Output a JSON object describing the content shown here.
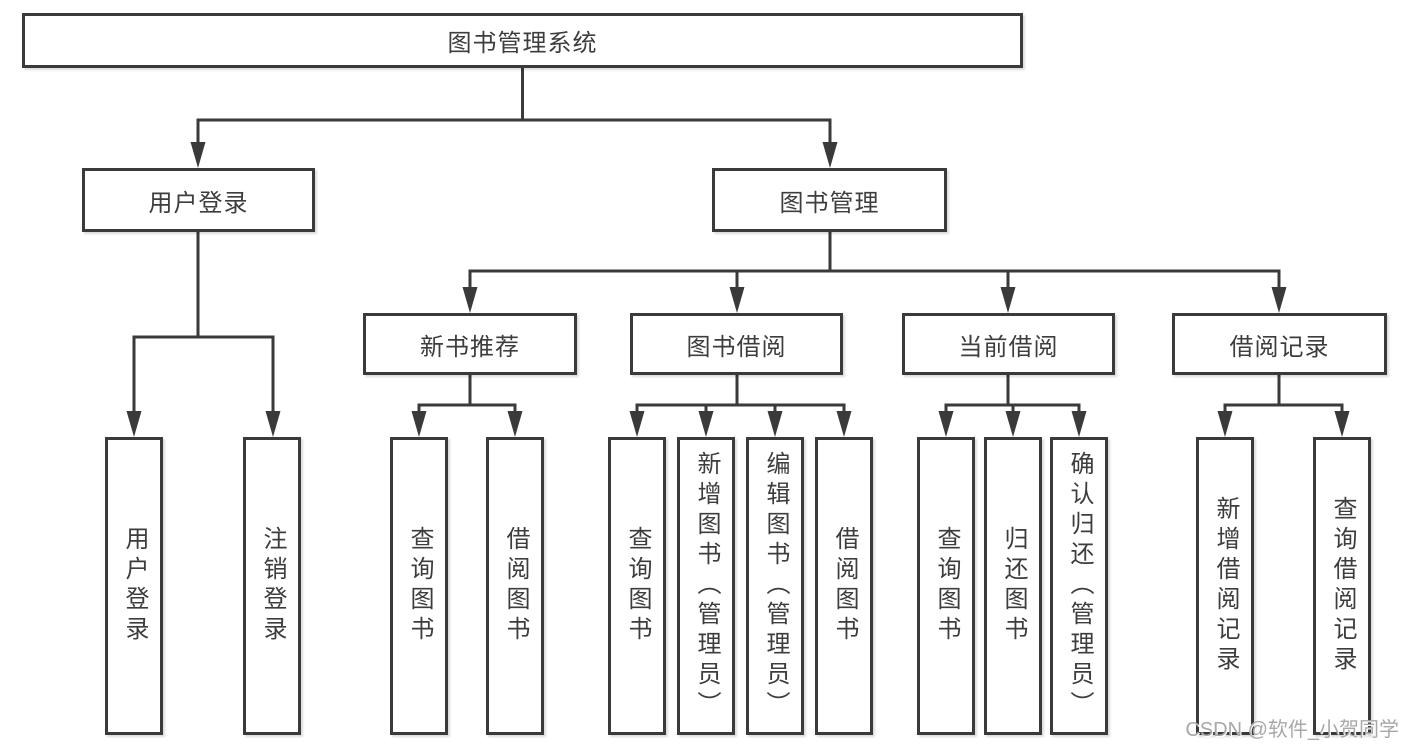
{
  "diagram": {
    "root": {
      "label": "图书管理系统"
    },
    "branches": [
      {
        "label": "用户登录",
        "leaves": [
          {
            "label": "用户登录"
          },
          {
            "label": "注销登录"
          }
        ]
      },
      {
        "label": "图书管理",
        "groups": [
          {
            "label": "新书推荐",
            "leaves": [
              {
                "label": "查询图书"
              },
              {
                "label": "借阅图书"
              }
            ]
          },
          {
            "label": "图书借阅",
            "leaves": [
              {
                "label": "查询图书"
              },
              {
                "label": "新增图书（管理员）"
              },
              {
                "label": "编辑图书（管理员）"
              },
              {
                "label": "借阅图书"
              }
            ]
          },
          {
            "label": "当前借阅",
            "leaves": [
              {
                "label": "查询图书"
              },
              {
                "label": "归还图书"
              },
              {
                "label": "确认归还（管理员）"
              }
            ]
          },
          {
            "label": "借阅记录",
            "leaves": [
              {
                "label": "新增借阅记录"
              },
              {
                "label": "查询借阅记录"
              }
            ]
          }
        ]
      }
    ]
  },
  "watermark": {
    "text": "CSDN @软件_小贺同学"
  },
  "colors": {
    "line": "#3a3a3a",
    "text": "#3d3d3d",
    "background": "#ffffff",
    "watermark": "#a8a8a8"
  }
}
